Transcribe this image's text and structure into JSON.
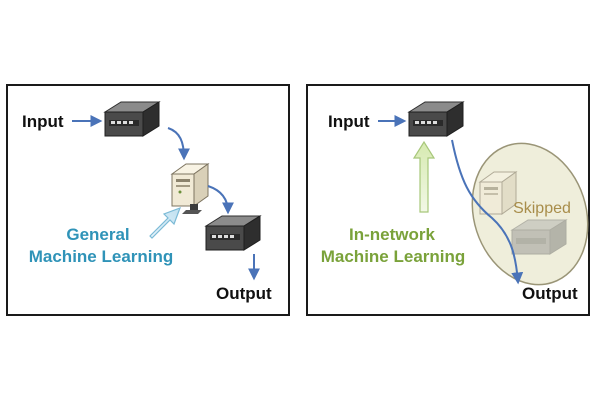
{
  "left_panel": {
    "input_label": "Input",
    "output_label": "Output",
    "caption_line1": "General",
    "caption_line2": "Machine Learning",
    "caption_color": "#2f93b8"
  },
  "right_panel": {
    "input_label": "Input",
    "output_label": "Output",
    "caption_line1": "In-network",
    "caption_line2": "Machine Learning",
    "caption_color": "#7aa23a",
    "skipped_label": "Skipped"
  },
  "colors": {
    "arrow": "#4a73b8",
    "switch_top": "#6b6b6b",
    "server": "#f1ead6",
    "skip_region": "#efeedb"
  },
  "icons": [
    "network-switch-icon",
    "server-icon"
  ]
}
